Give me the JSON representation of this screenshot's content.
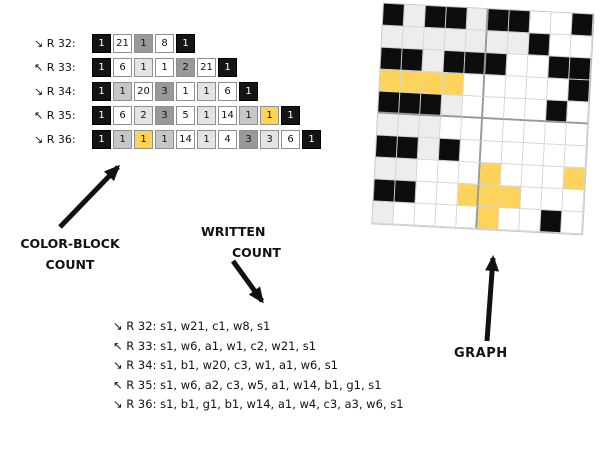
{
  "palette": {
    "s": "#141414",
    "w": "#ffffff",
    "a": "#e4e4e4",
    "b": "#c6c6c6",
    "c": "#999999",
    "g": "#fcd45c",
    "k": "#0d0d0d",
    "l": "#ededed",
    "y": "#fcd45c"
  },
  "block_rows": [
    {
      "dir": "↘",
      "label": "R 32:",
      "blocks": [
        [
          "1",
          "s"
        ],
        [
          "21",
          "w"
        ],
        [
          "1",
          "c"
        ],
        [
          "8",
          "w"
        ],
        [
          "1",
          "s"
        ]
      ]
    },
    {
      "dir": "↖",
      "label": "R 33:",
      "blocks": [
        [
          "1",
          "s"
        ],
        [
          "6",
          "w"
        ],
        [
          "1",
          "a"
        ],
        [
          "1",
          "w"
        ],
        [
          "2",
          "c"
        ],
        [
          "21",
          "w"
        ],
        [
          "1",
          "s"
        ]
      ]
    },
    {
      "dir": "↘",
      "label": "R 34:",
      "blocks": [
        [
          "1",
          "s"
        ],
        [
          "1",
          "b"
        ],
        [
          "20",
          "w"
        ],
        [
          "3",
          "c"
        ],
        [
          "1",
          "w"
        ],
        [
          "1",
          "a"
        ],
        [
          "6",
          "w"
        ],
        [
          "1",
          "s"
        ]
      ]
    },
    {
      "dir": "↖",
      "label": "R 35:",
      "blocks": [
        [
          "1",
          "s"
        ],
        [
          "6",
          "w"
        ],
        [
          "2",
          "a"
        ],
        [
          "3",
          "c"
        ],
        [
          "5",
          "w"
        ],
        [
          "1",
          "a"
        ],
        [
          "14",
          "w"
        ],
        [
          "1",
          "b"
        ],
        [
          "1",
          "g"
        ],
        [
          "1",
          "s"
        ]
      ]
    },
    {
      "dir": "↘",
      "label": "R 36:",
      "blocks": [
        [
          "1",
          "s"
        ],
        [
          "1",
          "b"
        ],
        [
          "1",
          "g"
        ],
        [
          "1",
          "b"
        ],
        [
          "14",
          "w"
        ],
        [
          "1",
          "a"
        ],
        [
          "4",
          "w"
        ],
        [
          "3",
          "c"
        ],
        [
          "3",
          "a"
        ],
        [
          "6",
          "w"
        ],
        [
          "1",
          "s"
        ]
      ]
    }
  ],
  "written_lines": [
    {
      "dir": "↘",
      "text": "R 32: s1, w21, c1, w8, s1"
    },
    {
      "dir": "↖",
      "text": "R 33: s1, w6, a1, w1, c2, w21, s1"
    },
    {
      "dir": "↘",
      "text": "R 34: s1, b1, w20, c3, w1, a1, w6, s1"
    },
    {
      "dir": "↖",
      "text": "R 35: s1, w6, a2, c3, w5, a1, w14, b1, g1, s1"
    },
    {
      "dir": "↘",
      "text": "R 36: s1, b1, g1, b1, w14, a1, w4, c3, a3, w6, s1"
    }
  ],
  "labels": {
    "color_block_1": "COLOR-BLOCK",
    "color_block_2": "COUNT",
    "written_1": "WRITTEN",
    "written_2": "COUNT",
    "graph": "GRAPH"
  },
  "graph": {
    "cols": 10,
    "rows": [
      "klkklkkwwk",
      "lllllllkww",
      "kklkkkwwkk",
      "yyyywwwwwk",
      "kkklwwwwkw",
      "lllwwwwwww",
      "kklkwwwwww",
      "llwwwywwwy",
      "kkwwyyywww",
      "lwwwwywwkw"
    ]
  }
}
